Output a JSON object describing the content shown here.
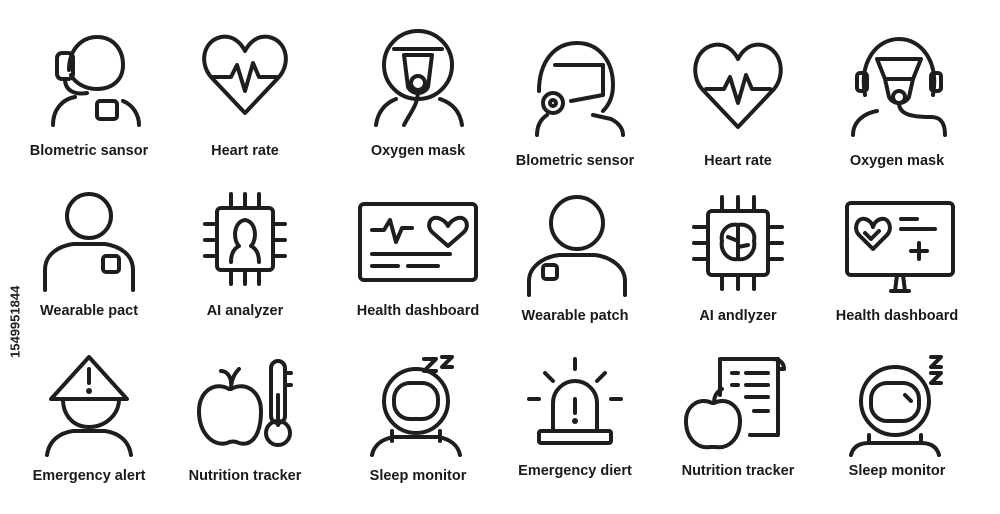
{
  "stock_id": "1549951844",
  "icons": [
    {
      "label": "Blometric sansor",
      "icon": "biometric-sensor-icon"
    },
    {
      "label": "Heart rate",
      "icon": "heart-rate-icon"
    },
    {
      "label": "Oxygen mask",
      "icon": "oxygen-mask-icon"
    },
    {
      "label": "Blometric sensor",
      "icon": "biometric-sensor-icon"
    },
    {
      "label": "Heart rate",
      "icon": "heart-rate-icon"
    },
    {
      "label": "Oxygen mask",
      "icon": "oxygen-mask-icon"
    },
    {
      "label": "Wearable pact",
      "icon": "wearable-patch-icon"
    },
    {
      "label": "AI analyzer",
      "icon": "ai-analyzer-icon"
    },
    {
      "label": "Health dashboard",
      "icon": "health-dashboard-icon"
    },
    {
      "label": "Wearable patch",
      "icon": "wearable-patch-icon"
    },
    {
      "label": "AI andlyzer",
      "icon": "ai-analyzer-icon"
    },
    {
      "label": "Health dashboard",
      "icon": "health-dashboard-icon"
    },
    {
      "label": "Emergency alert",
      "icon": "emergency-alert-icon"
    },
    {
      "label": "Nutrition tracker",
      "icon": "nutrition-tracker-icon"
    },
    {
      "label": "Sleep monitor",
      "icon": "sleep-monitor-icon"
    },
    {
      "label": "Emergency diert",
      "icon": "emergency-alert-icon"
    },
    {
      "label": "Nutrition tracker",
      "icon": "nutrition-tracker-icon"
    },
    {
      "label": "Sleep monitor",
      "icon": "sleep-monitor-icon"
    }
  ]
}
